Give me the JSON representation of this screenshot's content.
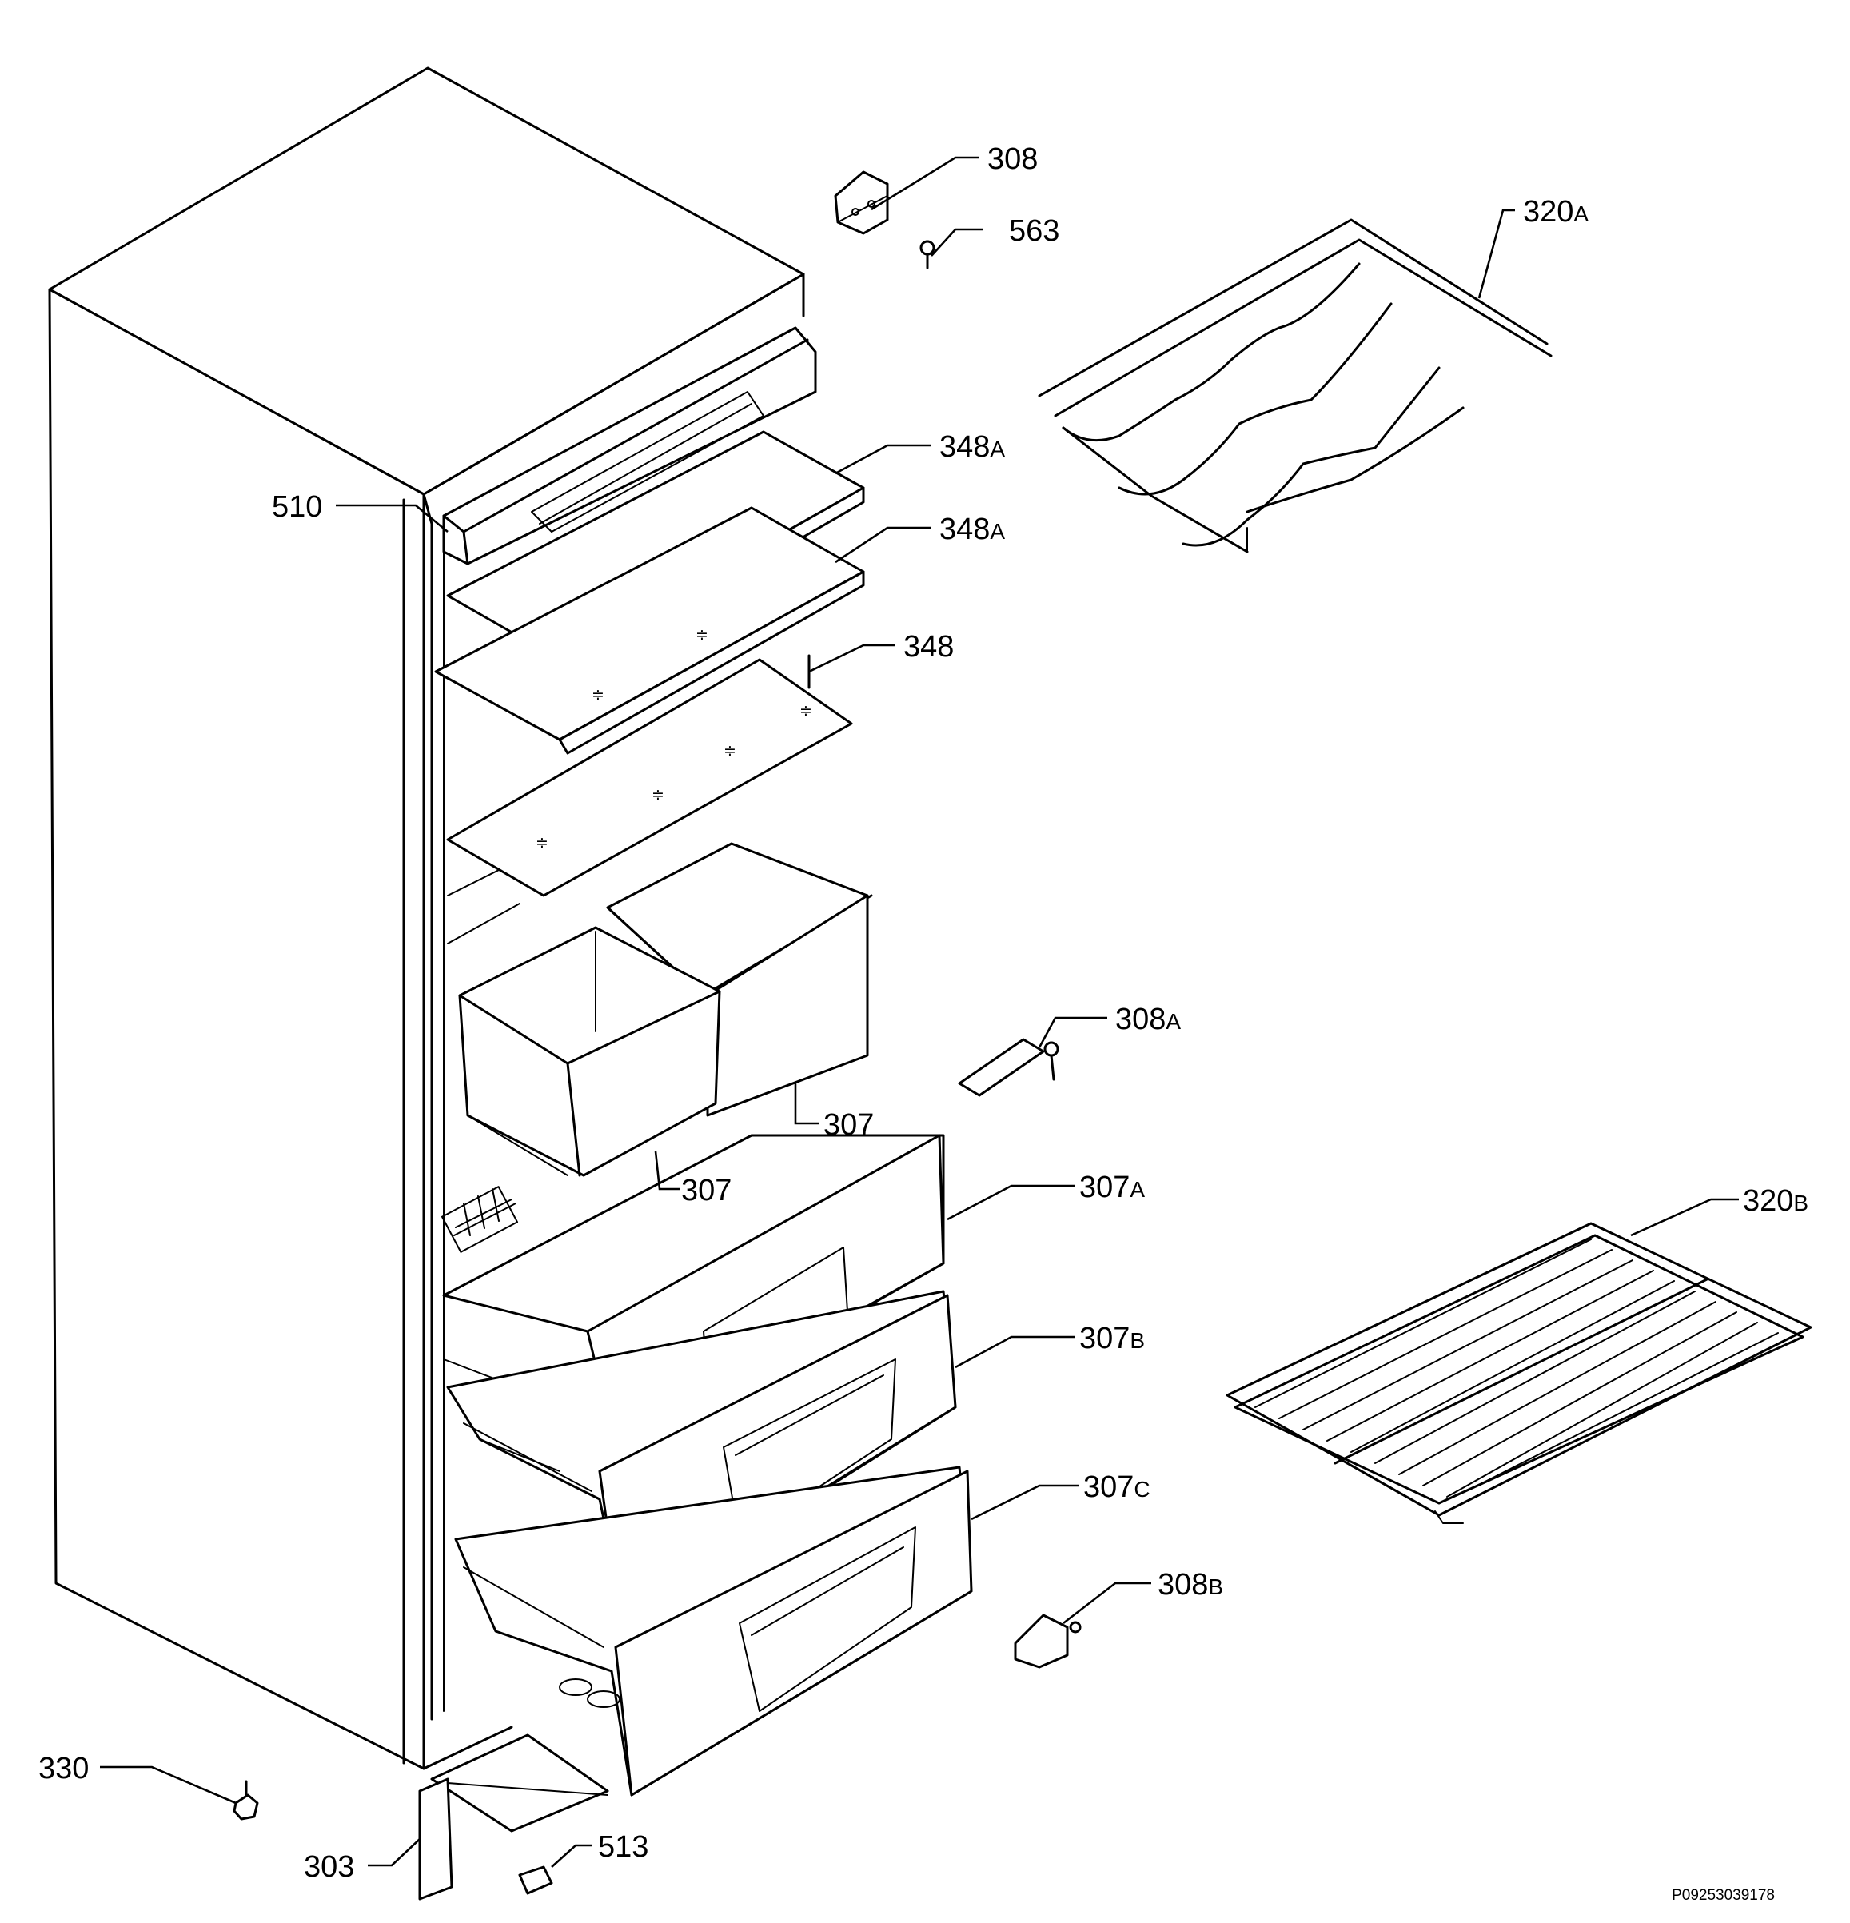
{
  "diagram": {
    "reference_code": "P09253039178",
    "callouts": [
      {
        "id": "308",
        "num": "308",
        "suffix": ""
      },
      {
        "id": "563",
        "num": "563",
        "suffix": ""
      },
      {
        "id": "320a",
        "num": "320",
        "suffix": "A"
      },
      {
        "id": "348a-1",
        "num": "348",
        "suffix": "A"
      },
      {
        "id": "348a-2",
        "num": "348",
        "suffix": "A"
      },
      {
        "id": "348",
        "num": "348",
        "suffix": ""
      },
      {
        "id": "510",
        "num": "510",
        "suffix": ""
      },
      {
        "id": "308a",
        "num": "308",
        "suffix": "A"
      },
      {
        "id": "307-1",
        "num": "307",
        "suffix": ""
      },
      {
        "id": "307-2",
        "num": "307",
        "suffix": ""
      },
      {
        "id": "307a",
        "num": "307",
        "suffix": "A"
      },
      {
        "id": "320b",
        "num": "320",
        "suffix": "B"
      },
      {
        "id": "307b",
        "num": "307",
        "suffix": "B"
      },
      {
        "id": "307c",
        "num": "307",
        "suffix": "C"
      },
      {
        "id": "308b",
        "num": "308",
        "suffix": "B"
      },
      {
        "id": "330",
        "num": "330",
        "suffix": ""
      },
      {
        "id": "303",
        "num": "303",
        "suffix": ""
      },
      {
        "id": "513",
        "num": "513",
        "suffix": ""
      }
    ]
  }
}
